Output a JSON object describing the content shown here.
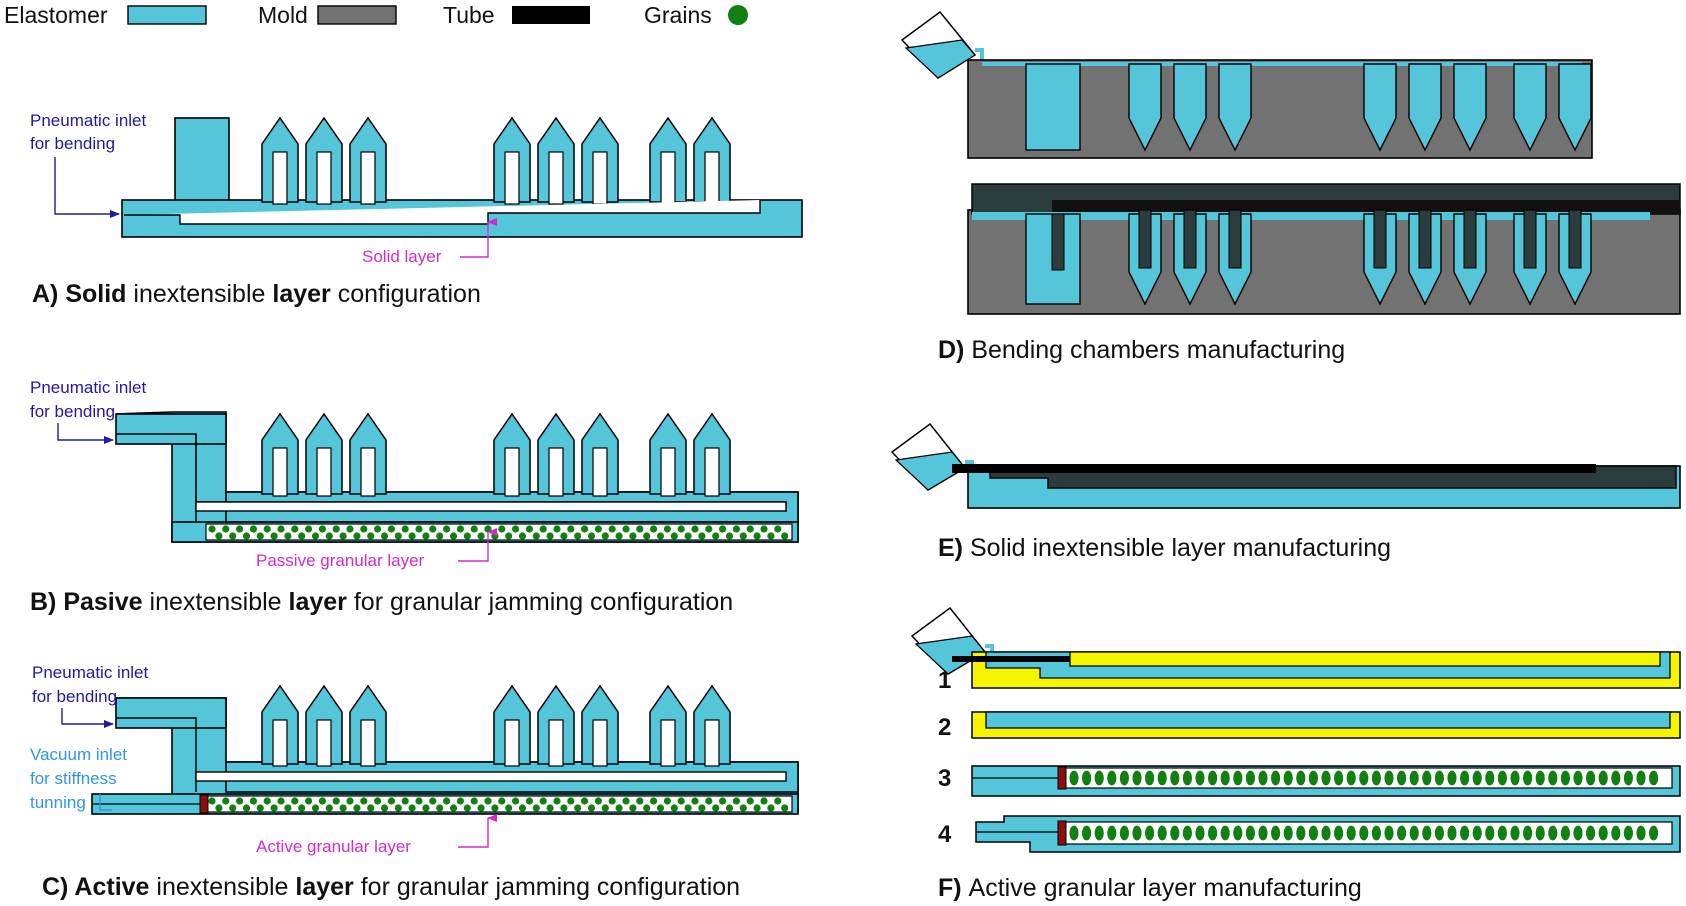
{
  "colors": {
    "elastomer": "#55c6da",
    "mold": "#727272",
    "tube": "#000000",
    "grains": "#108010",
    "inlet_label": "#1f1aa3",
    "vacuum_label": "#2f97e6",
    "layer_label": "#d22cc6",
    "mold_lid": "#2a3c3c",
    "film": "#f5f500",
    "plug": "#8a1010"
  },
  "legend": {
    "elastomer": "Elastomer",
    "mold": "Mold",
    "tube": "Tube",
    "grains": "Grains"
  },
  "panel_a": {
    "inlet_line1": "Pneumatic inlet",
    "inlet_line2": "for bending",
    "layer_label": "Solid layer",
    "caption_prefix": "A) ",
    "caption_b1": "Solid",
    "caption_t1": " inextensible ",
    "caption_b2": "layer",
    "caption_t2": " configuration"
  },
  "panel_b": {
    "inlet_line1": "Pneumatic inlet",
    "inlet_line2": "for bending",
    "layer_label": "Passive granular layer",
    "caption_prefix": "B) ",
    "caption_b1": "Pasive",
    "caption_t1": " inextensible ",
    "caption_b2": "layer",
    "caption_t2": " for granular jamming configuration"
  },
  "panel_c": {
    "inlet_line1": "Pneumatic inlet",
    "inlet_line2": "for bending",
    "vacuum_line1": "Vacuum inlet",
    "vacuum_line2": "for stiffness",
    "vacuum_line3": "tunning",
    "layer_label": "Active granular layer",
    "caption_prefix": "C) ",
    "caption_b1": "Active",
    "caption_t1": " inextensible ",
    "caption_b2": "layer",
    "caption_t2": " for granular jamming configuration"
  },
  "panel_d": {
    "caption_prefix": "D) ",
    "caption_text": "Bending chambers manufacturing"
  },
  "panel_e": {
    "caption_prefix": "E) ",
    "caption_text": "Solid inextensible layer manufacturing"
  },
  "panel_f": {
    "caption_prefix": "F) ",
    "caption_text": "Active granular layer  manufacturing",
    "steps": [
      "1",
      "2",
      "3",
      "4"
    ]
  }
}
